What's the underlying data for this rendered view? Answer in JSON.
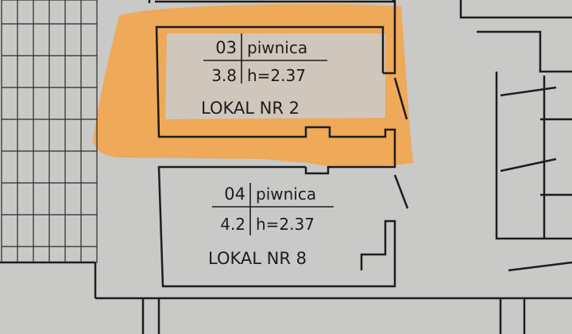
{
  "rooms": [
    {
      "number": "03",
      "type": "piwnica",
      "area": "3.8",
      "height": "h=2.37",
      "unit": "LOKAL NR 2",
      "highlighted": true
    },
    {
      "number": "04",
      "type": "piwnica",
      "area": "4.2",
      "height": "h=2.37",
      "unit": "LOKAL NR 8",
      "highlighted": false
    }
  ],
  "colors": {
    "paper": "#c9c9c7",
    "ink": "#1d1d1d",
    "highlight": "#f2a44a"
  }
}
